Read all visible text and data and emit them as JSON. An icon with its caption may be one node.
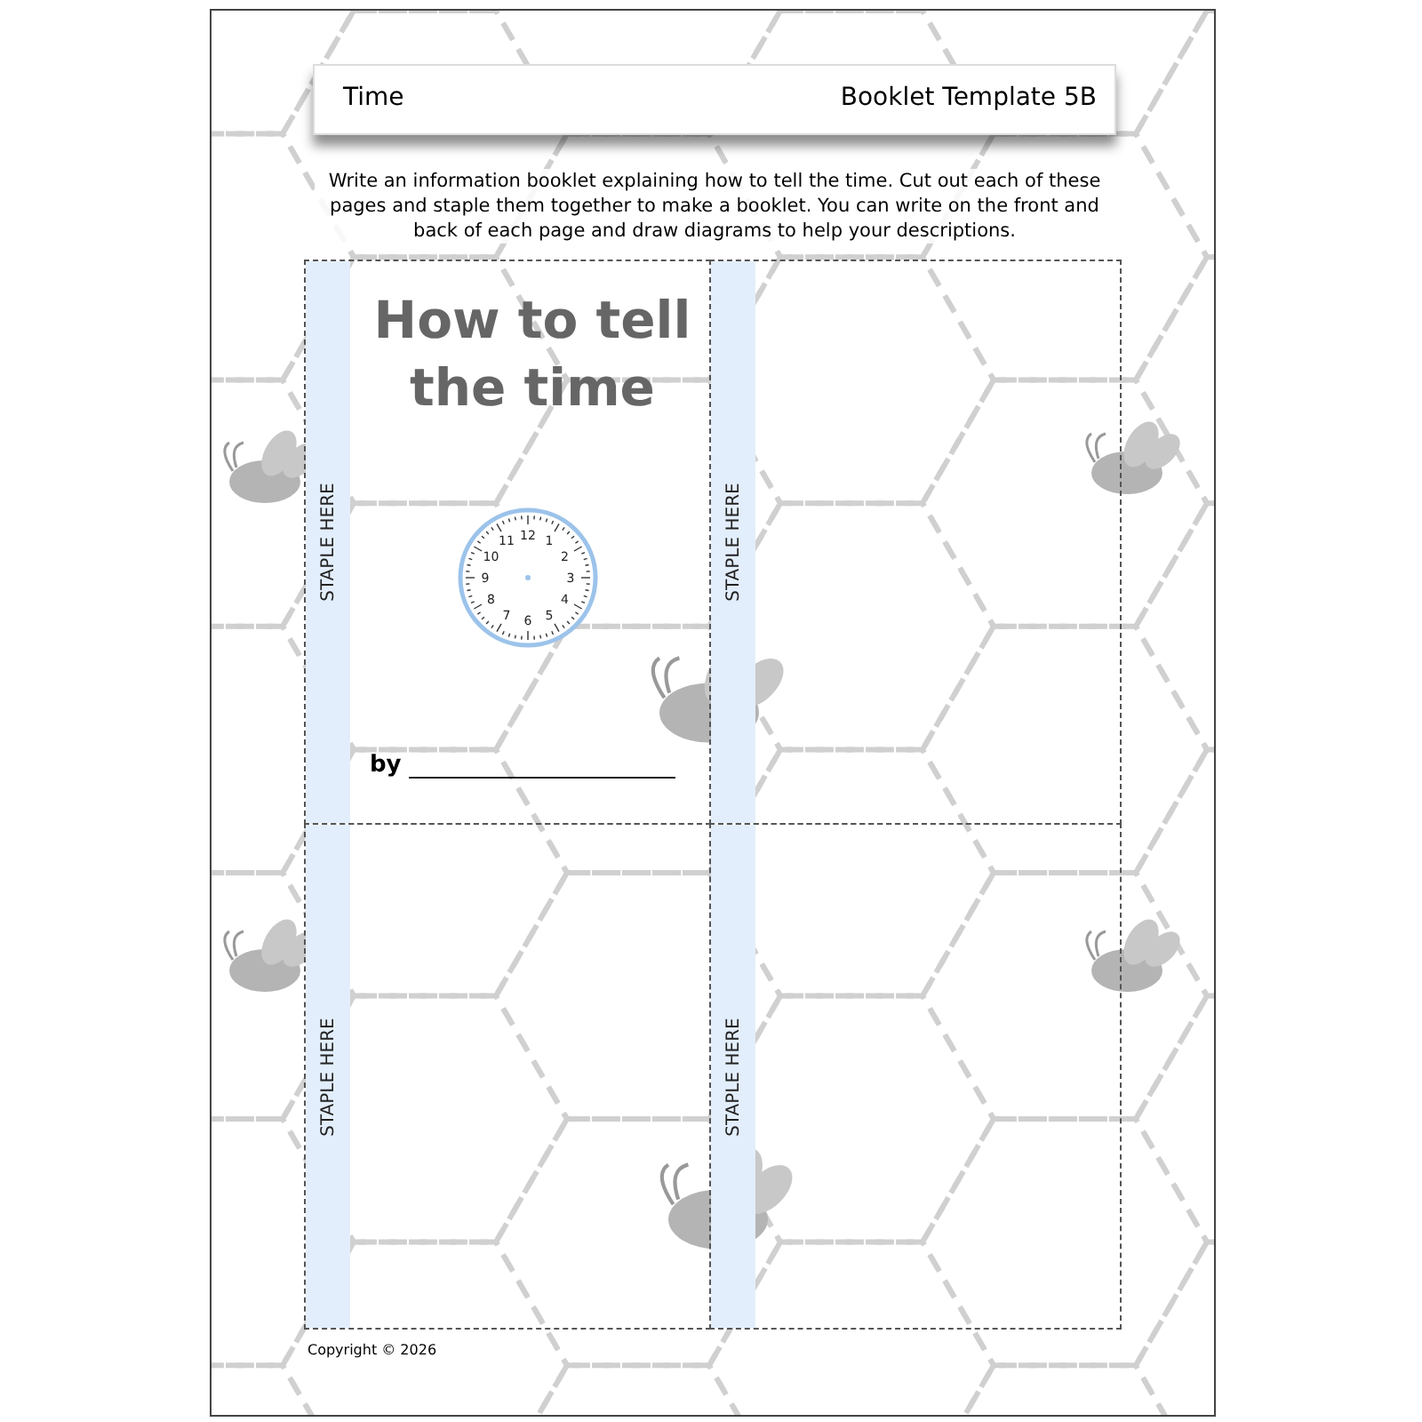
{
  "diagram": {
    "nodes": [
      {
        "text": [
          "Time",
          "Booklet Template 5B"
        ]
      },
      {
        "text": [
          "How to tell the time",
          "by"
        ]
      },
      {
        "text": [
          "STAPLE HERE"
        ],
        "in": 1
      },
      {
        "text": [
          "12",
          "11",
          "1",
          "10",
          "2",
          "9",
          "3",
          "8",
          "4",
          "7",
          "5",
          "6"
        ],
        "in": 1
      },
      {
        "text": [],
        "shape": "box"
      },
      {
        "text": [
          "STAPLE HERE"
        ],
        "in": 4
      },
      {
        "text": [],
        "shape": "box"
      },
      {
        "text": [
          "STAPLE HERE"
        ],
        "in": 6
      },
      {
        "text": [],
        "shape": "box"
      },
      {
        "text": [
          "STAPLE HERE"
        ],
        "in": 8
      }
    ],
    "edges": [],
    "labels": [
      "Write an information booklet explaining how to tell the time. Cut out each of these pages and staple them together to make a booklet. You can write on the front and back of each page and draw diagrams to help your descriptions.",
      "Copyright © 2026"
    ]
  }
}
